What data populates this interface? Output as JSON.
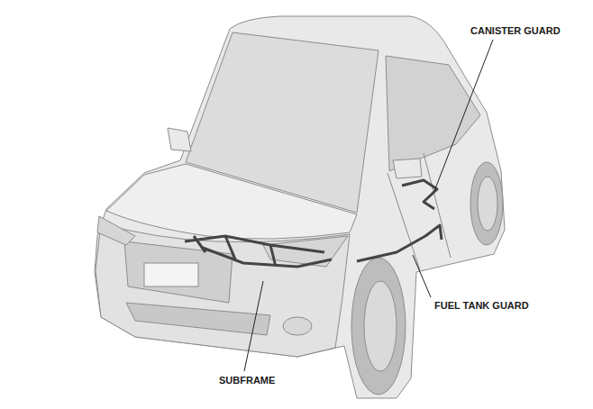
{
  "diagram": {
    "labels": [
      "CANISTER GUARD",
      "FUEL TANK GUARD",
      "SUBFRAME"
    ]
  }
}
